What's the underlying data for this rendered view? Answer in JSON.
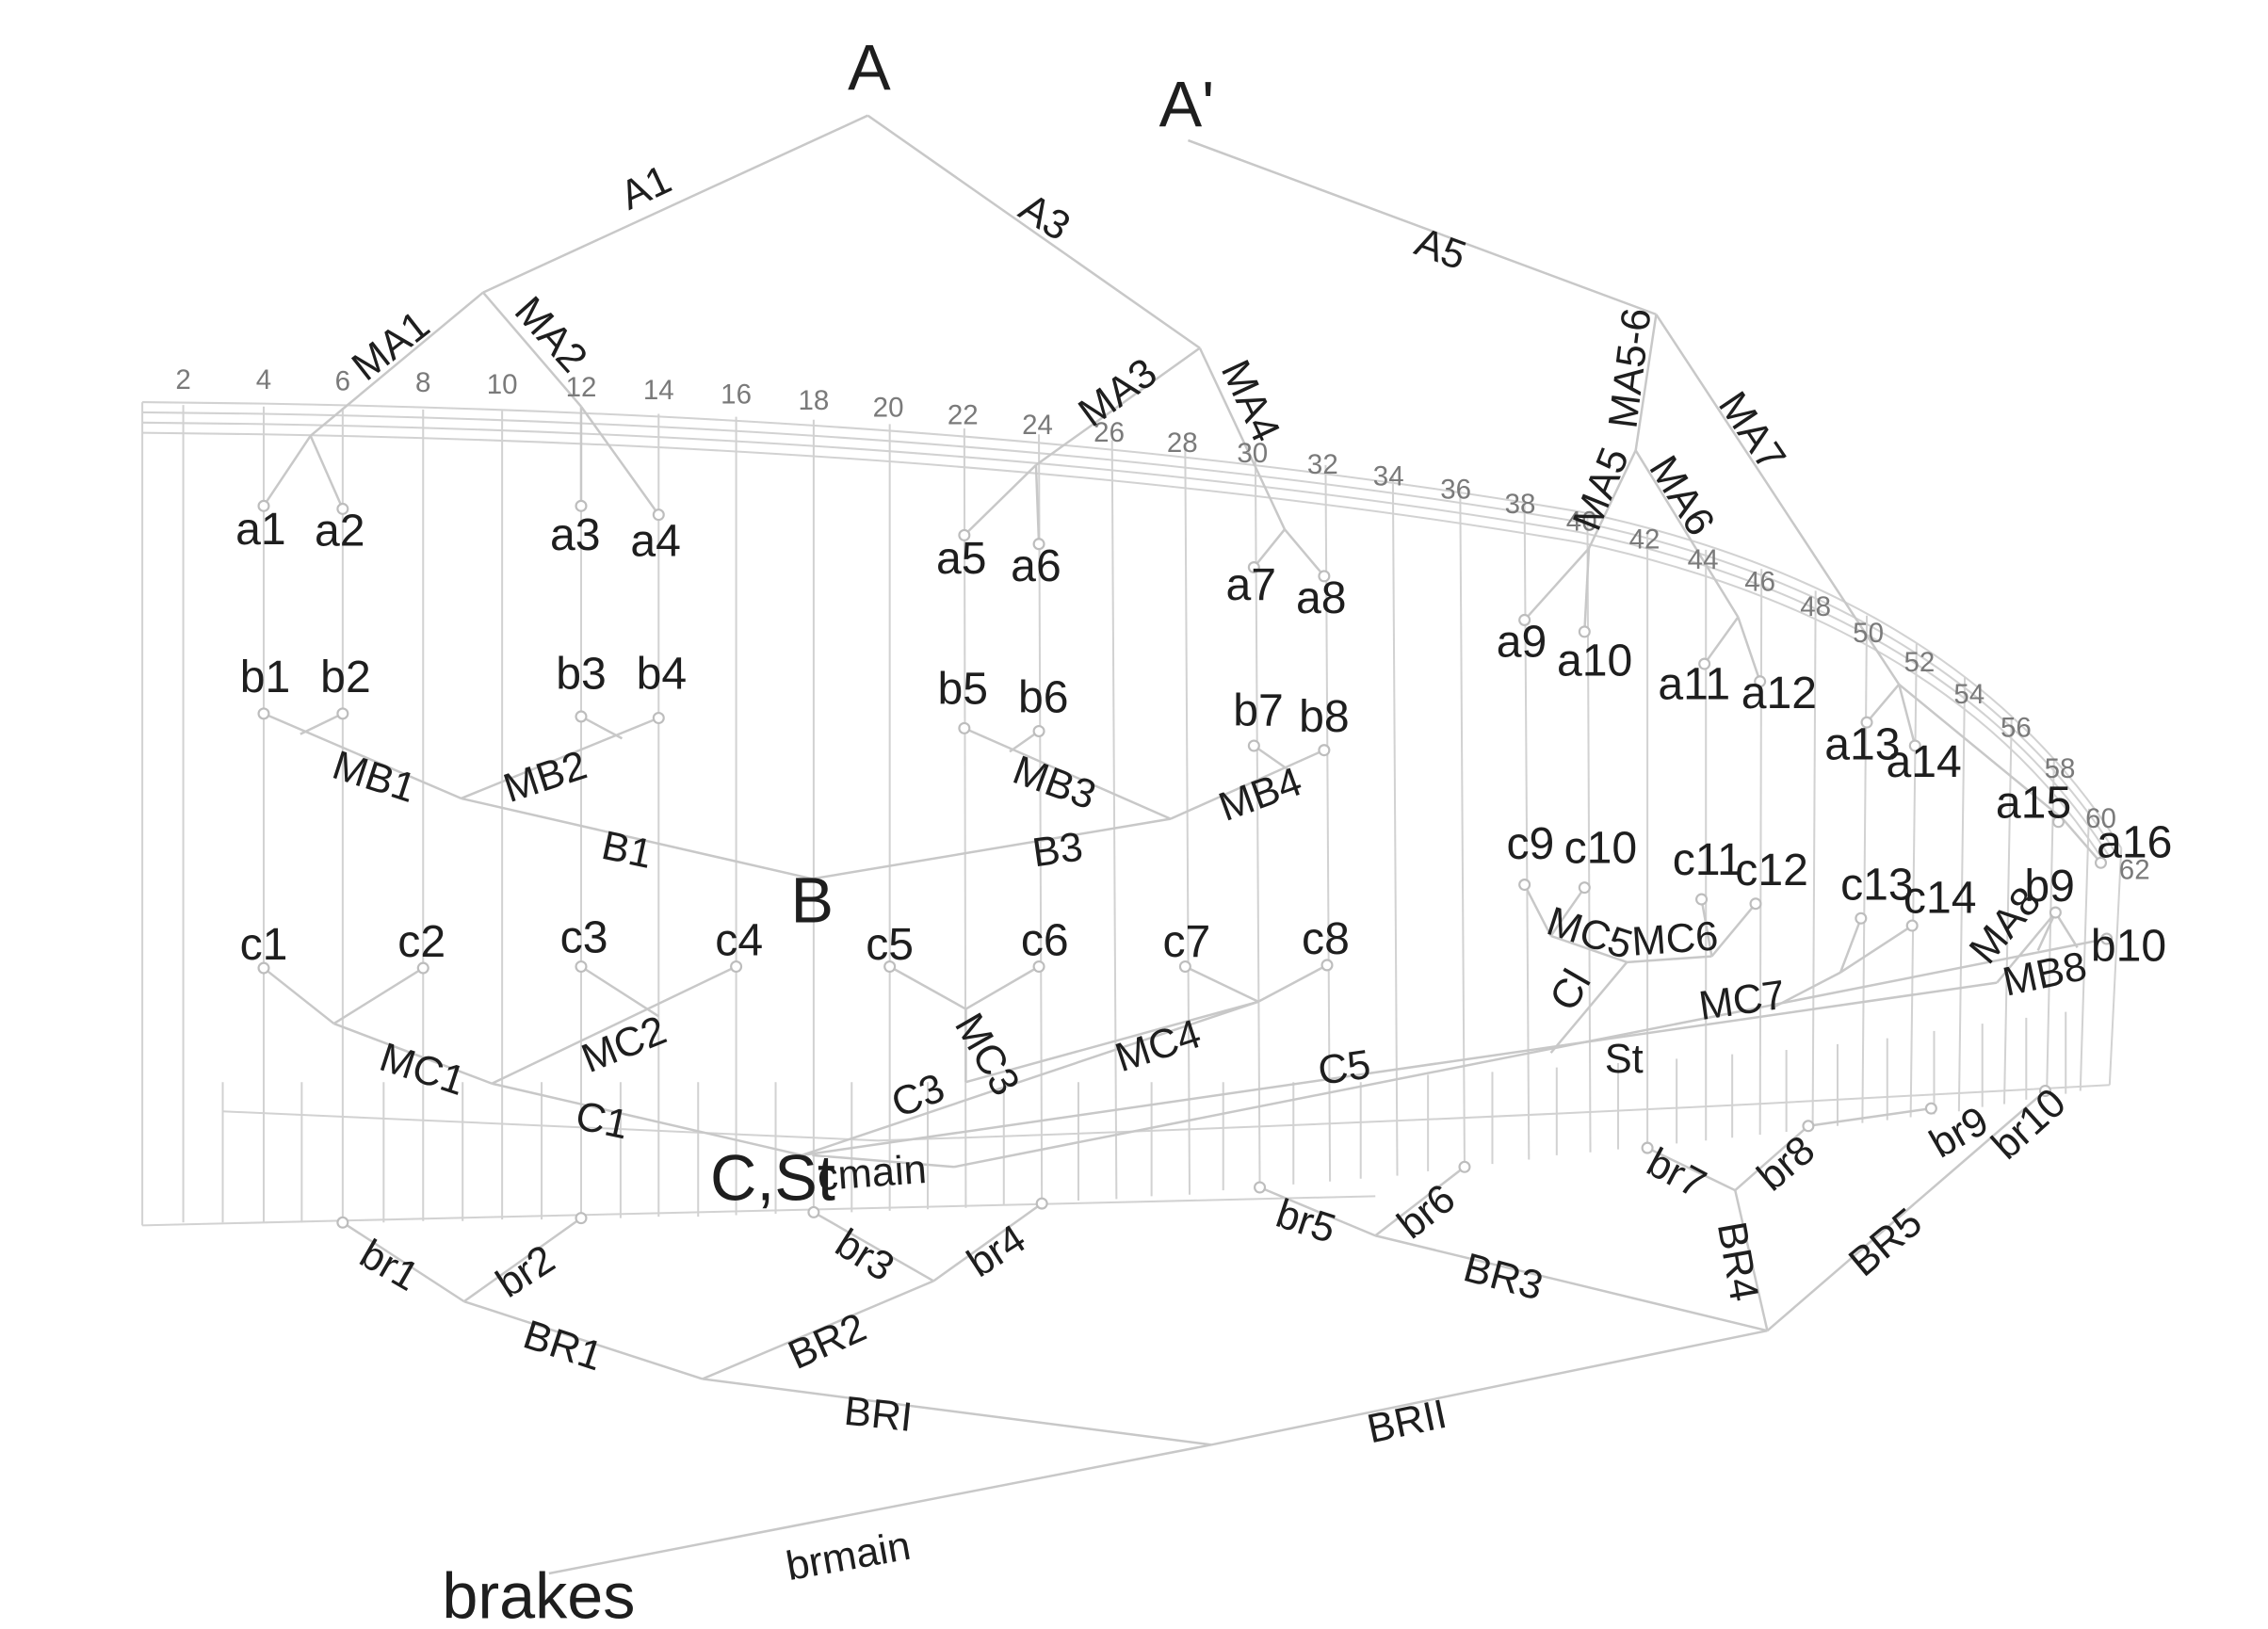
{
  "labels": {
    "A": "A",
    "Ap": "A'",
    "A1": "A1",
    "A3": "A3",
    "A5": "A5",
    "MA1": "MA1",
    "MA2": "MA2",
    "MA3": "MA3",
    "MA4": "MA4",
    "MA56": "MA5-6",
    "MA5": "MA5",
    "MA6": "MA6",
    "MA7": "MA7",
    "MA8": "MA8",
    "a1": "a1",
    "a2": "a2",
    "a3": "a3",
    "a4": "a4",
    "a5": "a5",
    "a6": "a6",
    "a7": "a7",
    "a8": "a8",
    "a9": "a9",
    "a10": "a10",
    "a11": "a11",
    "a12": "a12",
    "a13": "a13",
    "a14": "a14",
    "a15": "a15",
    "a16": "a16",
    "b1": "b1",
    "b2": "b2",
    "b3": "b3",
    "b4": "b4",
    "b5": "b5",
    "b6": "b6",
    "b7": "b7",
    "b8": "b8",
    "b9": "b9",
    "b10": "b10",
    "MB1": "MB1",
    "MB2": "MB2",
    "MB3": "MB3",
    "MB4": "MB4",
    "MB8": "MB8",
    "B1": "B1",
    "B3": "B3",
    "B": "B",
    "c1": "c1",
    "c2": "c2",
    "c3": "c3",
    "c4": "c4",
    "c5": "c5",
    "c6": "c6",
    "c7": "c7",
    "c8": "c8",
    "c9": "c9",
    "c10": "c10",
    "c11": "c11",
    "c12": "c12",
    "c13": "c13",
    "c14": "c14",
    "MC1": "MC1",
    "MC2": "MC2",
    "MC3": "MC3",
    "MC4": "MC4",
    "MC5": "MC5",
    "MC6": "MC6",
    "MC7": "MC7",
    "Cl": "Cl",
    "St": "St",
    "C1": "C1",
    "C3": "C3",
    "C5": "C5",
    "CSt": "C,St",
    "cmain": "cmain",
    "br1": "br1",
    "br2": "br2",
    "br3": "br3",
    "br4": "br4",
    "br5": "br5",
    "br6": "br6",
    "br7": "br7",
    "br8": "br8",
    "br9": "br9",
    "br10": "br10",
    "BR1": "BR1",
    "BR2": "BR2",
    "BR3": "BR3",
    "BR4": "BR4",
    "BR5": "BR5",
    "BRI": "BRI",
    "BRII": "BRII",
    "brmain": "brmain",
    "brakes": "brakes"
  },
  "numbers": [
    "2",
    "4",
    "6",
    "8",
    "10",
    "12",
    "14",
    "16",
    "18",
    "20",
    "22",
    "24",
    "26",
    "28",
    "30",
    "32",
    "34",
    "36",
    "38",
    "40",
    "42",
    "44",
    "46",
    "48",
    "50",
    "52",
    "54",
    "56",
    "58",
    "60",
    "62"
  ]
}
